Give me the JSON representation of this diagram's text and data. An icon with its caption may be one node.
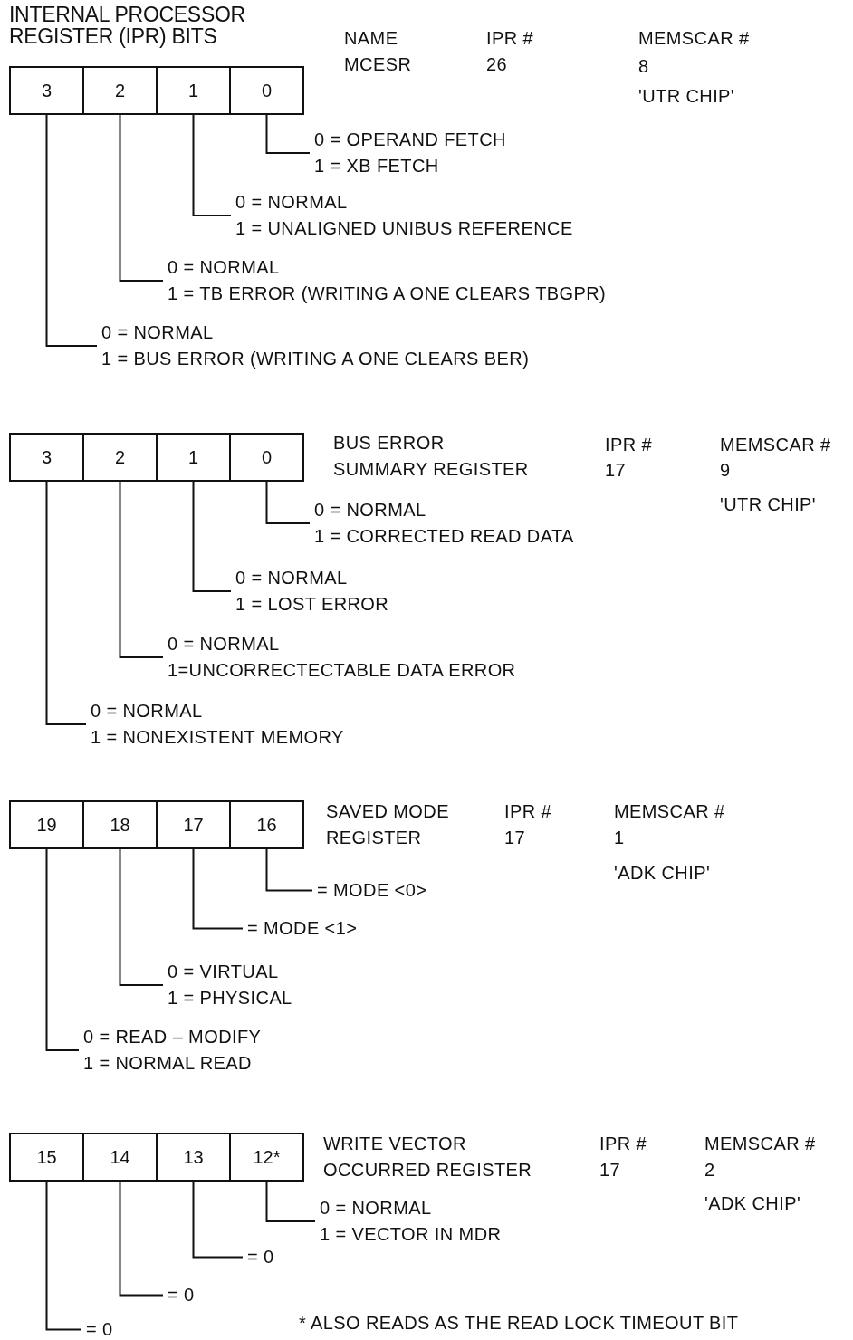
{
  "diagram": {
    "title": "INTERNAL PROCESSOR REGISTER (IPR) BITS",
    "nodes": [
      {
        "text": [
          "3"
        ]
      },
      {
        "text": [
          "2"
        ]
      },
      {
        "text": [
          "1"
        ]
      },
      {
        "text": [
          "0"
        ]
      },
      {
        "text": [
          "0 = OPERAND FETCH",
          "1 = XB FETCH"
        ]
      },
      {
        "text": [
          "0 = NORMAL",
          "1 = UNALIGNED UNIBUS REFERENCE"
        ]
      },
      {
        "text": [
          "0 = NORMAL",
          "1 = TB ERROR (WRITING A ONE CLEARS TBGPR)"
        ]
      },
      {
        "text": [
          "0 = NORMAL",
          "1 = BUS ERROR (WRITING A ONE CLEARS BER)"
        ]
      },
      {
        "text": [
          "3"
        ]
      },
      {
        "text": [
          "2"
        ]
      },
      {
        "text": [
          "1"
        ]
      },
      {
        "text": [
          "0"
        ]
      },
      {
        "text": [
          "0 = NORMAL",
          "1 = CORRECTED READ DATA"
        ]
      },
      {
        "text": [
          "0 = NORMAL",
          "1 = LOST ERROR"
        ]
      },
      {
        "text": [
          "0 = NORMAL",
          "1=UNCORRECTECTABLE DATA ERROR"
        ]
      },
      {
        "text": [
          "0 = NORMAL",
          "1 = NONEXISTENT MEMORY"
        ]
      },
      {
        "text": [
          "19"
        ]
      },
      {
        "text": [
          "18"
        ]
      },
      {
        "text": [
          "17"
        ]
      },
      {
        "text": [
          "16"
        ]
      },
      {
        "text": [
          "= MODE <0>"
        ]
      },
      {
        "text": [
          "= MODE <1>"
        ]
      },
      {
        "text": [
          "0 = VIRTUAL",
          "1 = PHYSICAL"
        ]
      },
      {
        "text": [
          "0 = READ – MODIFY",
          "1 = NORMAL READ"
        ]
      },
      {
        "text": [
          "15"
        ]
      },
      {
        "text": [
          "14"
        ]
      },
      {
        "text": [
          "13"
        ]
      },
      {
        "text": [
          "12*"
        ]
      },
      {
        "text": [
          "0 = NORMAL",
          "1 = VECTOR IN MDR"
        ]
      },
      {
        "text": [
          "= 0"
        ]
      },
      {
        "text": [
          "= 0"
        ]
      },
      {
        "text": [
          "= 0"
        ]
      }
    ],
    "edges": [
      {
        "from": 3,
        "to": 4,
        "arrow": "none"
      },
      {
        "from": 2,
        "to": 5,
        "arrow": "none"
      },
      {
        "from": 1,
        "to": 6,
        "arrow": "none"
      },
      {
        "from": 0,
        "to": 7,
        "arrow": "none"
      },
      {
        "from": 11,
        "to": 12,
        "arrow": "none"
      },
      {
        "from": 10,
        "to": 13,
        "arrow": "none"
      },
      {
        "from": 9,
        "to": 14,
        "arrow": "none"
      },
      {
        "from": 8,
        "to": 15,
        "arrow": "none"
      },
      {
        "from": 19,
        "to": 20,
        "arrow": "none"
      },
      {
        "from": 18,
        "to": 21,
        "arrow": "none"
      },
      {
        "from": 17,
        "to": 22,
        "arrow": "none"
      },
      {
        "from": 16,
        "to": 23,
        "arrow": "none"
      },
      {
        "from": 27,
        "to": 28,
        "arrow": "none"
      },
      {
        "from": 26,
        "to": 29,
        "arrow": "none"
      },
      {
        "from": 25,
        "to": 30,
        "arrow": "none"
      },
      {
        "from": 24,
        "to": 31,
        "arrow": "none"
      }
    ],
    "labels": [
      "NAME",
      "IPR #",
      "MEMSCAR #",
      "MCESR",
      "26",
      "8",
      "'UTR CHIP'",
      "BUS ERROR",
      "IPR #",
      "MEMSCAR #",
      "SUMMARY REGISTER",
      "17",
      "9",
      "'UTR CHIP'",
      "SAVED MODE",
      "IPR #",
      "MEMSCAR #",
      "REGISTER",
      "17",
      "1",
      "'ADK CHIP'",
      "WRITE VECTOR",
      "IPR #",
      "MEMSCAR #",
      "OCCURRED REGISTER",
      "17",
      "2",
      "'ADK CHIP'",
      "* ALSO READS AS THE READ LOCK TIMEOUT BIT"
    ]
  }
}
